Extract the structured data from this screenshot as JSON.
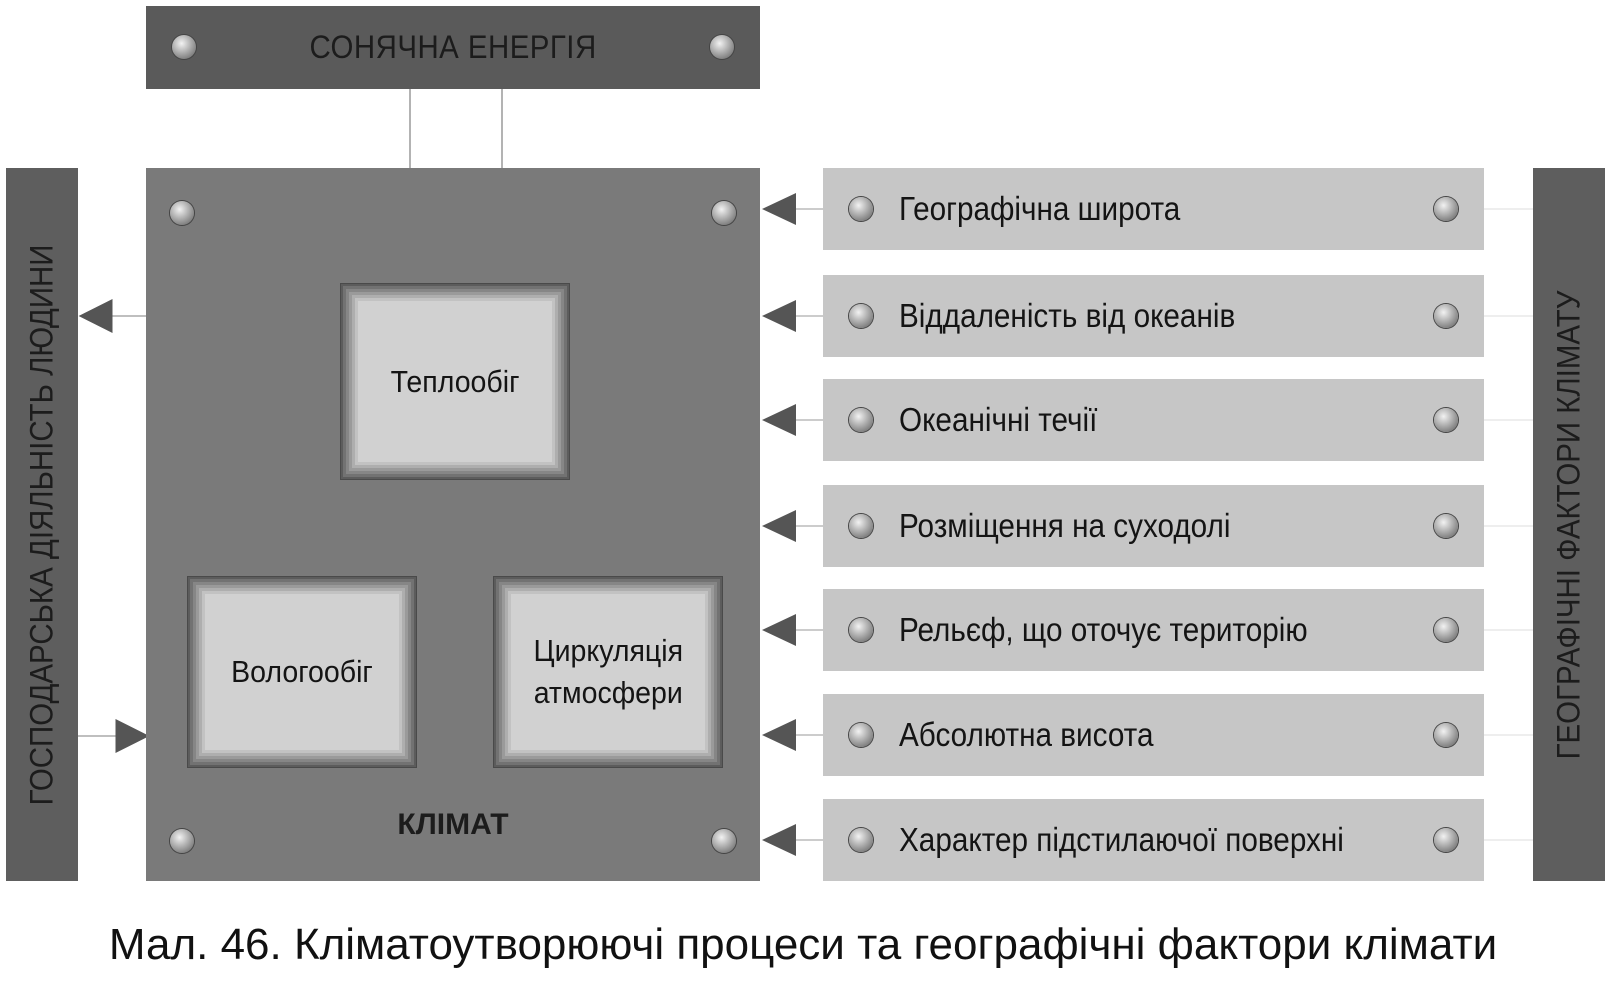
{
  "solar_energy": "СОНЯЧНА ЕНЕРГІЯ",
  "climate": "КЛІМАТ",
  "processes": {
    "heat": "Теплообіг",
    "moisture": "Вологообіг",
    "circulation_line1": "Циркуляція",
    "circulation_line2": "атмосфери"
  },
  "left_label": "ГОСПОДАРСЬКА ДІЯЛЬНІСТЬ ЛЮДИНИ",
  "right_label": "ГЕОГРАФІЧНІ ФАКТОРИ КЛІМАТУ",
  "factors": [
    "Географічна широта",
    "Віддаленість від океанів",
    "Океанічні течії",
    "Розміщення на суходолі",
    "Рельєф, що оточує територію",
    "Абсолютна висота",
    "Характер підстилаючої поверхні"
  ],
  "caption": "Мал. 46. Кліматоутворюючі процеси та географічні фактори клімати",
  "colors": {
    "dark_bar": "#5a5a5a",
    "panel": "#7a7a7a",
    "factor_box": "#c6c6c6",
    "arrow": "#555555"
  }
}
